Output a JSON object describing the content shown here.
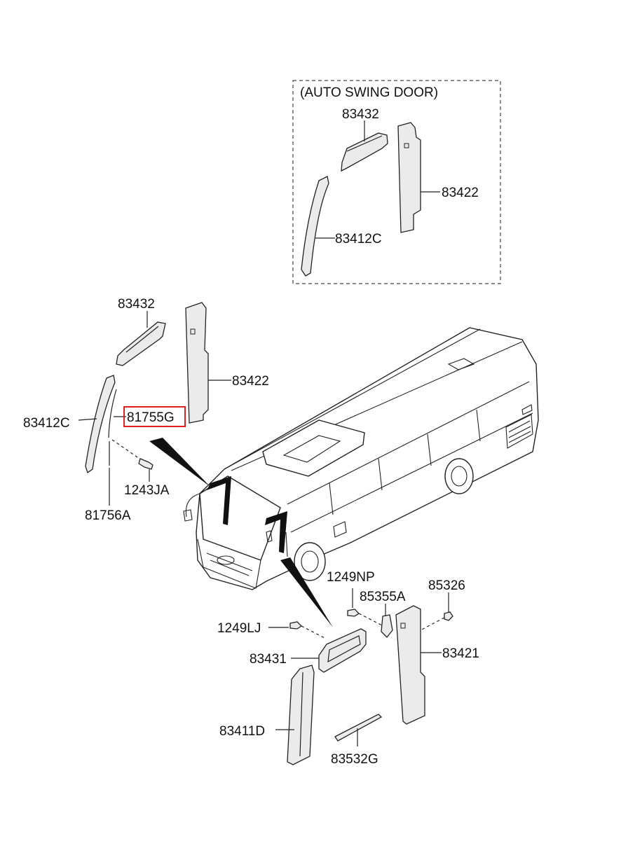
{
  "inset": {
    "title": "(AUTO SWING DOOR)",
    "labels": {
      "p83432": "83432",
      "p83422": "83422",
      "p83412c": "83412C"
    }
  },
  "main": {
    "labels": {
      "p83432": "83432",
      "p83422": "83422",
      "p83412c": "83412C",
      "p81755g": "81755G",
      "p1243ja": "1243JA",
      "p81756a": "81756A",
      "p1249np": "1249NP",
      "p85355a": "85355A",
      "p85326": "85326",
      "p1249lj": "1249LJ",
      "p83421": "83421",
      "p83431": "83431",
      "p83411d": "83411D",
      "p83532g": "83532G"
    },
    "highlighted_part": "81755G",
    "highlight_color": "#e02020"
  }
}
